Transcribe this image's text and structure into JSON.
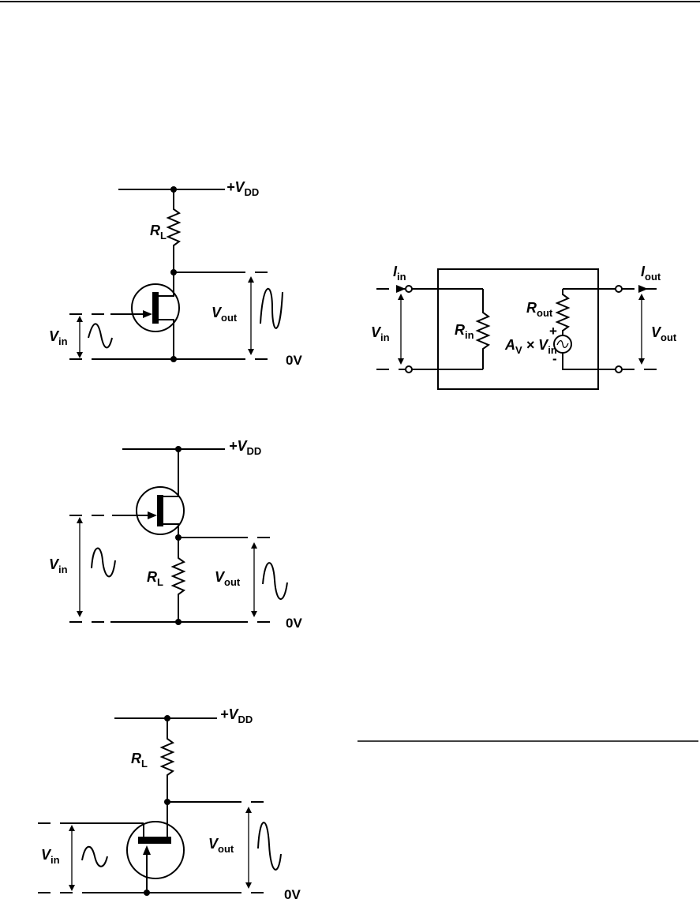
{
  "circuit_common_source": {
    "supply_label": "+V",
    "supply_sub": "DD",
    "load_label": "R",
    "load_sub": "L",
    "output_label": "V",
    "output_sub": "out",
    "input_label": "V",
    "input_sub": "in",
    "ground_label": "0V"
  },
  "circuit_source_follower": {
    "supply_label": "+V",
    "supply_sub": "DD",
    "load_label": "R",
    "load_sub": "L",
    "output_label": "V",
    "output_sub": "out",
    "input_label": "V",
    "input_sub": "in",
    "ground_label": "0V"
  },
  "circuit_common_gate": {
    "supply_label": "+V",
    "supply_sub": "DD",
    "load_label": "R",
    "load_sub": "L",
    "output_label": "V",
    "output_sub": "out",
    "input_label": "V",
    "input_sub": "in",
    "ground_label": "0V"
  },
  "amplifier_model": {
    "input_current_label": "I",
    "input_current_sub": "in",
    "output_current_label": "I",
    "output_current_sub": "out",
    "input_voltage_label": "V",
    "input_voltage_sub": "in",
    "output_voltage_label": "V",
    "output_voltage_sub": "out",
    "input_resistance_label": "R",
    "input_resistance_sub": "in",
    "output_resistance_label": "R",
    "output_resistance_sub": "out",
    "gain_label": "A",
    "gain_sub": "V",
    "gain_times": " × V",
    "gain_in_sub": "in",
    "plus_sign": "+",
    "minus_sign": "-"
  }
}
